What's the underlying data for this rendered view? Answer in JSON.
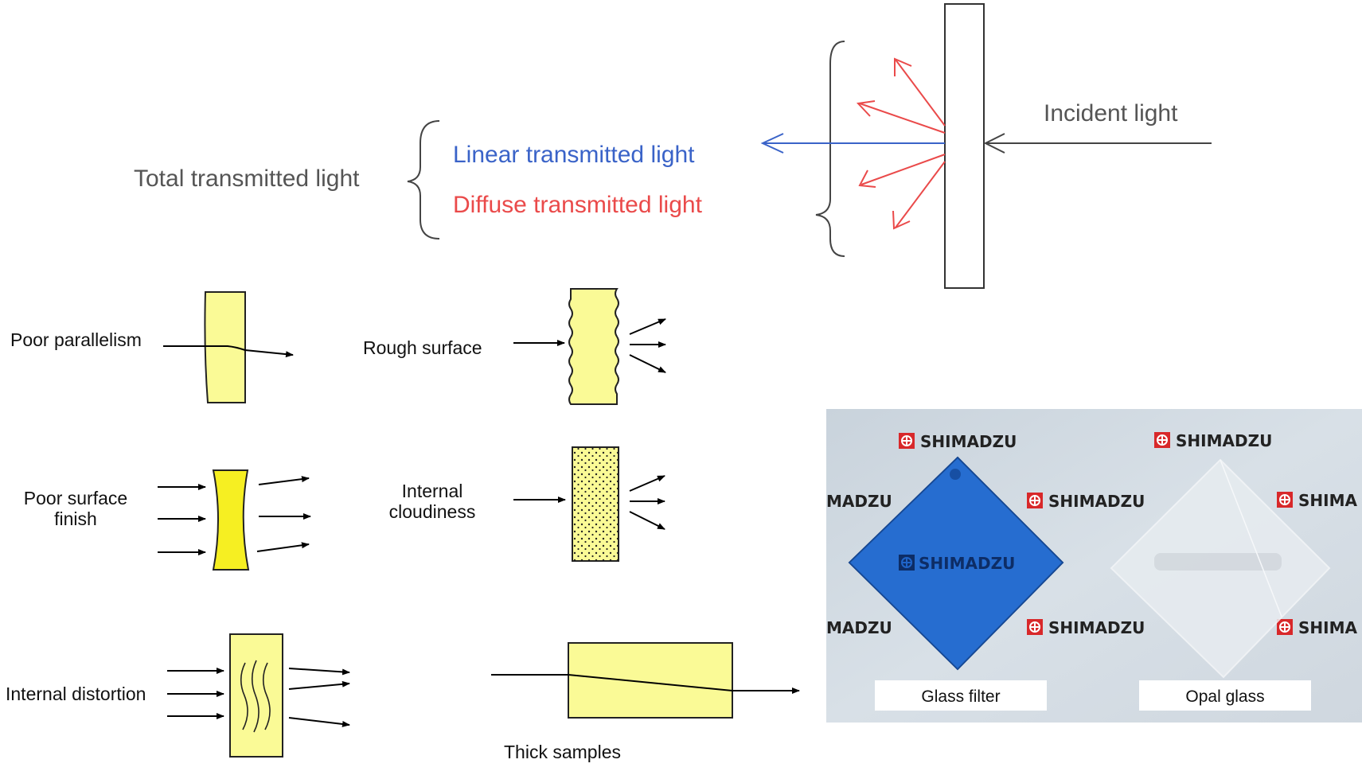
{
  "top_diagram": {
    "total_label": "Total transmitted light",
    "linear_label": "Linear transmitted light",
    "diffuse_label": "Diffuse transmitted light",
    "incident_label": "Incident light",
    "colors": {
      "linear": "#3a63c8",
      "diffuse": "#ea4a4a",
      "text": "#555555"
    }
  },
  "causes": {
    "poor_parallelism": "Poor parallelism",
    "rough_surface": "Rough surface",
    "poor_surface_finish_line1": "Poor surface",
    "poor_surface_finish_line2": "finish",
    "internal_cloudiness_line1": "Internal",
    "internal_cloudiness_line2": "cloudiness",
    "internal_distortion": "Internal distortion",
    "thick_samples": "Thick samples",
    "sample_fill_color": "#fafa96"
  },
  "photo": {
    "logo_text": "SHIMADZU",
    "logo_partial_left": "MADZU",
    "logo_partial_right": "SHIMA",
    "caption_left": "Glass filter",
    "caption_right": "Opal glass",
    "filter_color": "#1e63c9"
  }
}
